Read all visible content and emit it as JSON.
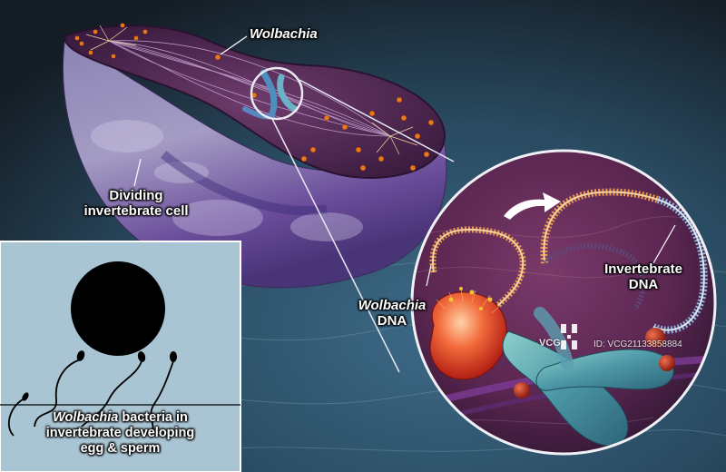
{
  "labels": {
    "wolbachia": "Wolbachia",
    "dividing_line1": "Dividing",
    "dividing_line2": "invertebrate cell",
    "wolbachia_dna_line1": "Wolbachia",
    "wolbachia_dna_line2": "DNA",
    "invert_dna_line1": "Invertebrate",
    "invert_dna_line2": "DNA",
    "inset_italic": "Wolbachia",
    "inset_rest": " bacteria in",
    "inset_line2": "invertebrate developing",
    "inset_line3": "egg & sperm"
  },
  "watermark": {
    "brand": "VCG",
    "id": "ID: VCG21133858884"
  },
  "colors": {
    "cell_body": "#7a5e9a",
    "cell_cut_surface": "#5a2c5a",
    "wolbachia_dots": "#e8781e",
    "invertebrate_dna": "#8fb2d8",
    "wolbachia_dna": "#e79a4e",
    "chromosome": "#5fa9b2",
    "bacterium": "#e5452a",
    "inset_bg": "#a9c4d2"
  }
}
